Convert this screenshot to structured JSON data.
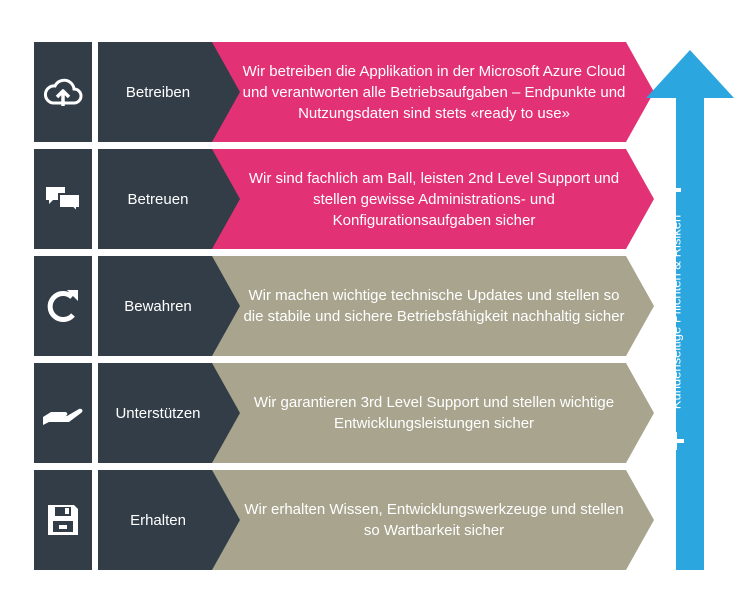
{
  "colors": {
    "dark": "#323d47",
    "pink": "#e33175",
    "olive": "#a8a48e",
    "arrow": "#2ca6de"
  },
  "rows": [
    {
      "icon": "cloud-upload-icon",
      "label": "Betreiben",
      "description": "Wir betreiben die Applikation in der Microsoft Azure Cloud und verantworten alle Betriebsaufgaben – Endpunkte und Nutzungsdaten sind stets «ready to use»",
      "color": "#e33175"
    },
    {
      "icon": "chat-bubbles-icon",
      "label": "Betreuen",
      "description": "Wir sind fachlich am Ball, leisten 2nd Level Support und stellen gewisse Administrations- und Konfigurationsaufgaben sicher",
      "color": "#e33175"
    },
    {
      "icon": "refresh-icon",
      "label": "Bewahren",
      "description": "Wir machen wichtige technische Updates und stellen so die stabile und sichere Betriebsfähigkeit nachhaltig sicher",
      "color": "#a8a48e"
    },
    {
      "icon": "helping-hand-icon",
      "label": "Unterstützen",
      "description": "Wir garantieren 3rd Level Support und stellen wichtige Entwicklungsleistungen sicher",
      "color": "#a8a48e"
    },
    {
      "icon": "floppy-disk-icon",
      "label": "Erhalten",
      "description": "Wir erhalten Wissen, Entwicklungswerkzeuge und stellen so Wartbarkeit sicher",
      "color": "#a8a48e"
    }
  ],
  "arrow": {
    "label": "Kundenseitige Pflichten & Risiken",
    "top_sign": "–",
    "bottom_sign": "+"
  }
}
